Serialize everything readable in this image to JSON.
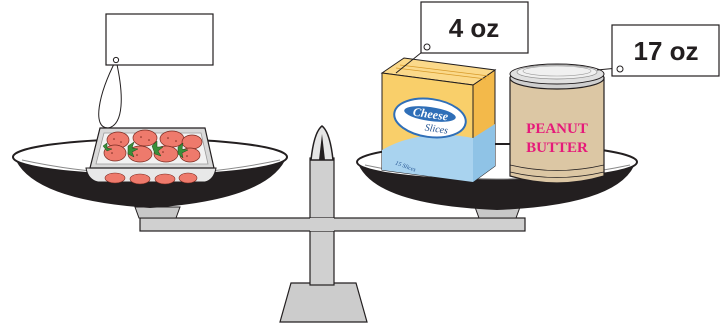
{
  "left_pan": {
    "item": "strawberries-container",
    "tag": {
      "text": ""
    }
  },
  "right_pan": {
    "cheese_box": {
      "brand": "Cheese",
      "subtitle": "Slices",
      "count_label": "15 Slices",
      "tag": {
        "text": "4 oz"
      }
    },
    "peanut_butter_jar": {
      "label_line1": "PEANUT",
      "label_line2": "BUTTER",
      "tag": {
        "text": "17 oz"
      }
    }
  },
  "colors": {
    "cheese_box": "#f9cf6a",
    "cheese_label_blue": "#2f6fb8",
    "jar_body": "#dcc7a4",
    "pb_text": "#e6197a",
    "strawberry": "#ee7a6c",
    "pan_dark": "#231f20",
    "stand_gray": "#cccccc"
  }
}
